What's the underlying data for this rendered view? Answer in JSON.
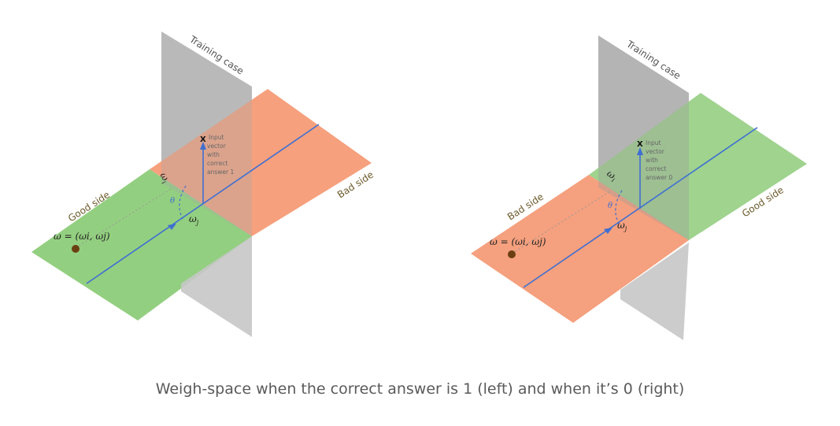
{
  "caption": "Weigh-space when the correct answer is 1 (left) and when it’s 0 (right)",
  "colors": {
    "good_plane": "#8fcf7e",
    "bad_plane": "#f5926b",
    "training_plane": "#b7b7b7",
    "axis_line": "#3f6fd1",
    "label_text": "#6b5a2a",
    "weight_point": "#6b3f12"
  },
  "left_panel": {
    "training_case_label": "Training case",
    "good_side_label": "Good side",
    "bad_side_label": "Bad side",
    "x_marker": "X",
    "input_vector_label": [
      "Input",
      "vector",
      "with",
      "correct",
      "answer 1"
    ],
    "omega_i": "ω",
    "omega_i_sub": "i",
    "omega_j": "ω",
    "omega_j_sub": "j",
    "theta": "θ",
    "weight_formula": "ω = (ωi, ωj)"
  },
  "right_panel": {
    "training_case_label": "Training case",
    "good_side_label": "Good side",
    "bad_side_label": "Bad side",
    "x_marker": "X",
    "input_vector_label": [
      "Input",
      "vector",
      "with",
      "correct",
      "answer 0"
    ],
    "omega_i": "ω",
    "omega_i_sub": "i",
    "omega_j": "ω",
    "omega_j_sub": "j",
    "theta": "θ",
    "weight_formula": "ω = (ωi, ωj)"
  }
}
